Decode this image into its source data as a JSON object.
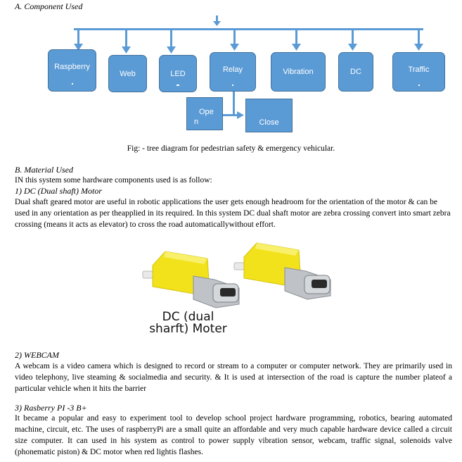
{
  "section_a": {
    "heading": "A.   Component Used"
  },
  "diagram": {
    "boxes": {
      "raspberry": "Raspberry",
      "web": "Web",
      "led": "LED",
      "relay": "Relay",
      "vibration": "Vibration",
      "dc": "DC",
      "traffic": "Traffic",
      "open_line1": "Ope",
      "open_line2": "n",
      "close": "Close"
    },
    "colors": {
      "box_fill": "#5b9bd5",
      "box_border": "#41719c",
      "arrow": "#5b9bd5"
    },
    "caption": "Fig: - tree diagram for pedestrian safety & emergency vehicular."
  },
  "section_b": {
    "heading": "B.   Material Used",
    "intro": "IN this system some hardware components used is as follow:",
    "items": [
      {
        "heading": "1)   DC (Dual shaft) Motor",
        "text": "Dual shaft geared motor are useful in robotic applications the user gets enough headroom for the orientation of the motor & can be used in any orientation as per theapplied in its required. In this system DC dual shaft motor are zebra crossing convert into smart zebra crossing (means it acts as elevator) to cross the road automaticallywithout effort."
      },
      {
        "heading": "2)   WEBCAM",
        "text": "A webcam is a video camera which is designed to record or stream to a computer or computer network. They are primarily used in video telephony, live steaming & socialmedia and security. & It is used at intersection of the road is capture the number plateof a particular vehicle when it hits the barrier"
      },
      {
        "heading": "3)   Rasberry PI -3 B+",
        "text": "It became a popular and easy to experiment tool to develop school project hardware programming, robotics, bearing automated machine, circuit, etc. The uses of raspberryPi are a small quite an affordable and very much capable hardware device called a circuit size computer. It can used in his system as control to power supply vibration sensor, webcam, traffic signal, solenoids valve (phonematic piston) & DC motor when red lightis flashes."
      }
    ]
  },
  "image": {
    "label_line1": "DC (dual",
    "label_line2": "sharft) Moter",
    "colors": {
      "motor_body": "#f2e21b",
      "metal": "#bfc3c7"
    }
  }
}
